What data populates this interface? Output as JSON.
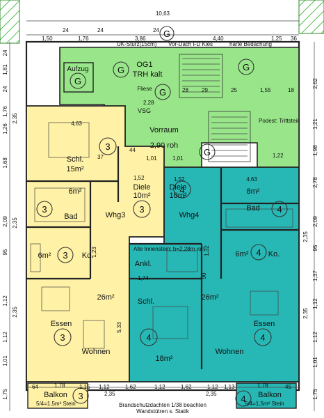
{
  "colors": {
    "stair_core": "#99e58a",
    "apartment_3": "#fff2a6",
    "apartment_4": "#27b7b5",
    "ground_hatch": "#6fd36a"
  },
  "top_dims": {
    "overall": "10,63",
    "d1": "1,50",
    "d2": "1,76",
    "d3": "3,86",
    "d4": "4,40",
    "d5": "1,25",
    "d6": "36",
    "d7": "24",
    "d8": "24",
    "d9": "24"
  },
  "header_notes": {
    "uk_sturz": "UK-Sturz(15cm)",
    "vordach": "Vor-Dach FD Kies",
    "harte_bedachung": "harte Bedachung"
  },
  "core": {
    "og_label": "OG1",
    "trh_label": "TRH kalt",
    "aufzug": "Aufzug",
    "fliese": "Fliese",
    "vsg": "VSG",
    "vorraum": "Vorraum",
    "area": "2,90 roh",
    "dims": [
      "2,28",
      "1,55",
      "18",
      "29",
      "25",
      "28"
    ]
  },
  "apartment3": {
    "number": "3",
    "schl_name": "Schl.",
    "schl_area": "15m²",
    "schl_dim": "4,63",
    "bad_area": "6m²",
    "bad_name": "Bad",
    "diele_name": "Diele",
    "diele_area": "10m²",
    "whg": "Whg3",
    "ko_area": "6m²",
    "ko_name": "Ko.",
    "wohnen_area": "26m²",
    "essen": "Essen",
    "wohnen": "Wohnen",
    "balkon": "Balkon",
    "balkon_note": "5/4=1,5m² Stein",
    "side_dim": "5,33"
  },
  "apartment4": {
    "number": "4",
    "diele_name": "Diele",
    "diele_area": "10m²",
    "bad_area": "8m²",
    "bad_name": "Bad",
    "whg": "Whg4",
    "dim_top": "4,63",
    "dim_top2": "1,52",
    "ankl": "Ankl.",
    "ankl_dim": "1,74",
    "ko_area": "6m²",
    "ko_name": "Ko.",
    "schl_name": "Schl.",
    "schl_area": "18m²",
    "wohnen_area": "26m²",
    "essen": "Essen",
    "wohnen": "Wohnen",
    "balkon": "Balkon",
    "balkon_note": "5/4=1,5m² Stein",
    "note": "Alle Innenstein: h=2,28m roh"
  },
  "g_labels": [
    "G",
    "G",
    "G",
    "G",
    "G",
    "G"
  ],
  "left_dims": [
    "24",
    "1,81",
    "24",
    "1,76",
    "1,26",
    "1,68",
    "2,09",
    "95",
    "1,12",
    "1,12",
    "1,01",
    "1,75",
    "2,35",
    "2,35",
    "2,35"
  ],
  "right_dims": [
    "2,62",
    "1,21",
    "1,98",
    "2,78",
    "2,09",
    "95",
    "1,37",
    "1,12",
    "1,12",
    "1,01",
    "1,75",
    "2,35",
    "2,35"
  ],
  "bottom_dims": [
    "64",
    "1,78",
    "1,15",
    "1,12",
    "1,62",
    "1,12",
    "1,62",
    "1,12",
    "1,13",
    "1,78",
    "45",
    "2,35",
    "2,35"
  ],
  "footer_notes": {
    "line1": "Brandschutzdachten 1/38 beachten",
    "line2": "Wandstütren s. Statik"
  },
  "misc": {
    "dim_101a": "1,01",
    "dim_101b": "1,01",
    "dim_152": "1,52",
    "dim_123": "1,23",
    "dim_132": "1,32",
    "dim_90": "90",
    "dim_44": "44",
    "dim_37": "37",
    "dim_122": "1,22",
    "podest": "Podest: Trittstein"
  }
}
